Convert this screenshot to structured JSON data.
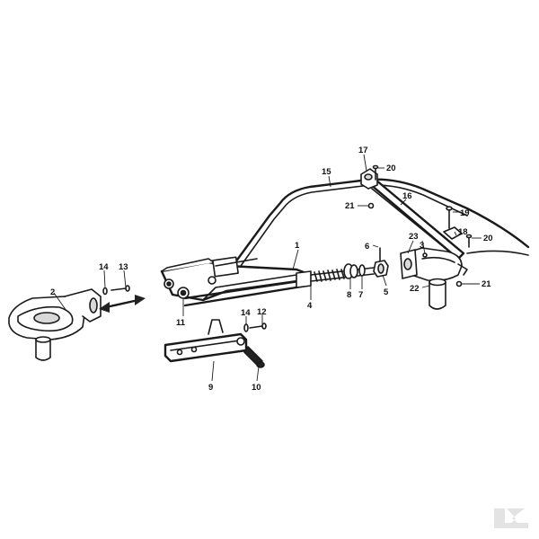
{
  "diagram": {
    "callouts": [
      "1",
      "2",
      "3",
      "4",
      "5",
      "6",
      "7",
      "8",
      "9",
      "10",
      "11",
      "12",
      "13",
      "14",
      "14",
      "15",
      "16",
      "17",
      "18",
      "19",
      "20",
      "20",
      "21",
      "21",
      "22",
      "23"
    ],
    "logo": "K",
    "colors": {
      "ink": "#1a1a1a",
      "paper": "#ffffff",
      "logo": "#e3e3e3"
    }
  }
}
